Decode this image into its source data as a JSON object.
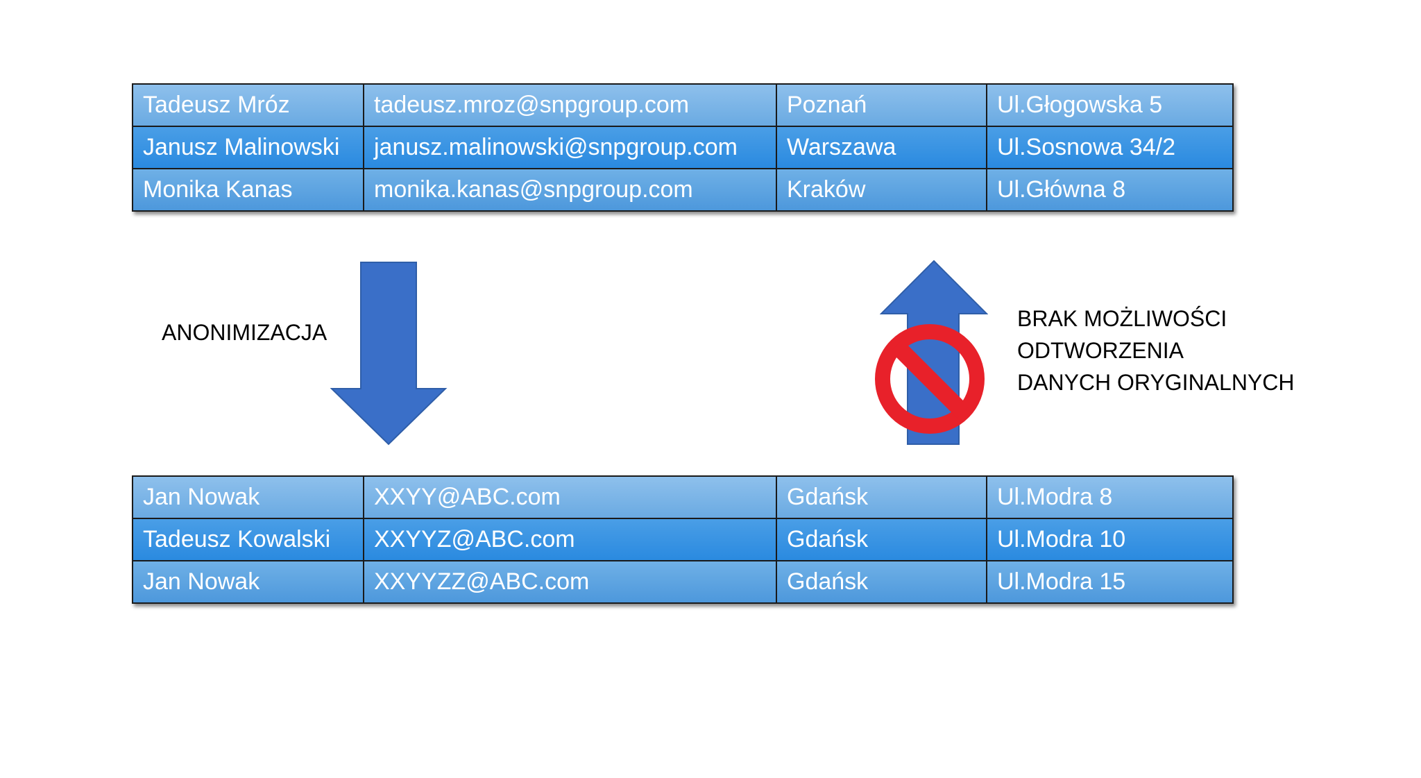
{
  "original_table": {
    "rows": [
      [
        "Tadeusz Mróz",
        "tadeusz.mroz@snpgroup.com",
        "Poznań",
        "Ul.Głogowska 5"
      ],
      [
        "Janusz Malinowski",
        "janusz.malinowski@snpgroup.com",
        "Warszawa",
        "Ul.Sosnowa 34/2"
      ],
      [
        "Monika Kanas",
        "monika.kanas@snpgroup.com",
        "Kraków",
        "Ul.Główna 8"
      ]
    ]
  },
  "anonymized_table": {
    "rows": [
      [
        "Jan Nowak",
        "XXYY@ABC.com",
        "Gdańsk",
        "Ul.Modra 8"
      ],
      [
        "Tadeusz Kowalski",
        "XXYYZ@ABC.com",
        "Gdańsk",
        "Ul.Modra 10"
      ],
      [
        "Jan Nowak",
        "XXYYZZ@ABC.com",
        "Gdańsk",
        "Ul.Modra 15"
      ]
    ]
  },
  "labels": {
    "anonymization": "ANONIMIZACJA",
    "no_restore_lines": [
      "BRAK MOŻLIWOŚCI",
      "ODTWORZENIA",
      "DANYCH ORYGINALNYCH"
    ]
  },
  "icons": {
    "down_arrow": "arrow-down-icon",
    "up_arrow": "arrow-up-icon",
    "prohibition": "no-entry-icon"
  },
  "colors": {
    "arrow_fill": "#3a6fc8",
    "arrow_stroke": "#2f5ea8",
    "prohibition_red": "#e8212a",
    "table_border": "#1a1a1a",
    "text_on_table": "#ffffff"
  }
}
